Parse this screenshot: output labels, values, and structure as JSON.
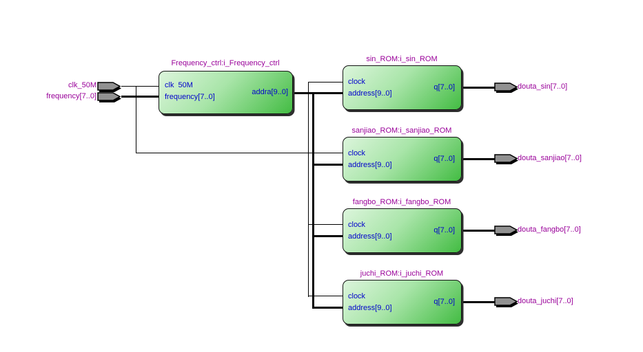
{
  "inputs": [
    {
      "label": "clk_50M"
    },
    {
      "label": "frequency[7..0]"
    }
  ],
  "frequency_ctrl": {
    "title": "Frequency_ctrl:i_Frequency_ctrl",
    "port_clk": "clk  50M",
    "port_frequency": "frequency[7..0]",
    "port_addra": "addra[9..0]"
  },
  "roms": [
    {
      "title": "sin_ROM:i_sin_ROM",
      "port_clock": "clock",
      "port_address": "address[9..0]",
      "port_q": "q[7..0]",
      "output_label": "douta_sin[7..0]"
    },
    {
      "title": "sanjiao_ROM:i_sanjiao_ROM",
      "port_clock": "clock",
      "port_address": "address[9..0]",
      "port_q": "q[7..0]",
      "output_label": "douta_sanjiao[7..0]"
    },
    {
      "title": "fangbo_ROM:i_fangbo_ROM",
      "port_clock": "clock",
      "port_address": "address[9..0]",
      "port_q": "q[7..0]",
      "output_label": "douta_fangbo[7..0]"
    },
    {
      "title": "juchi_ROM:i_juchi_ROM",
      "port_clock": "clock",
      "port_address": "address[9..0]",
      "port_q": "q[7..0]",
      "output_label": "douta_juchi[7..0]"
    }
  ],
  "colors": {
    "label_magenta": "#990099",
    "port_blue": "#0000cc",
    "block_green_light": "#dcf5dc",
    "block_green_dark": "#43bc43",
    "pin_gray": "#919191",
    "wire_black": "#000000",
    "background": "#ffffff"
  }
}
